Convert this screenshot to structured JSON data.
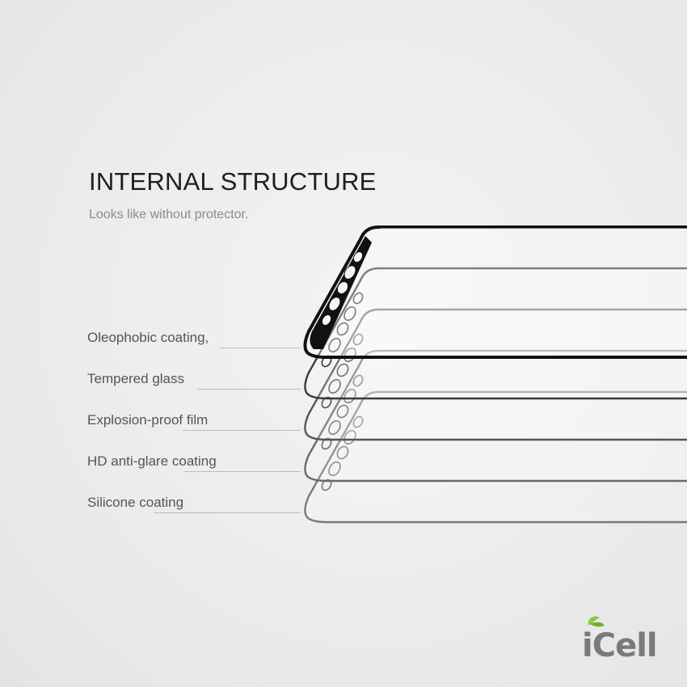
{
  "header": {
    "title": "INTERNAL STRUCTURE",
    "subtitle": "Looks like without protector."
  },
  "layers": [
    {
      "label": "Oleophobic coating,"
    },
    {
      "label": "Tempered glass"
    },
    {
      "label": "Explosion-proof film"
    },
    {
      "label": "HD anti-glare coating"
    },
    {
      "label": "Silicone coating"
    }
  ],
  "logo": {
    "text": "iCell"
  },
  "colors": {
    "background": "#ededed",
    "title": "#1e1e1e",
    "label": "#555555",
    "frame_dark": "#111111",
    "logo_gray": "#7a7a7a",
    "logo_leaf": "#8dc63f"
  }
}
